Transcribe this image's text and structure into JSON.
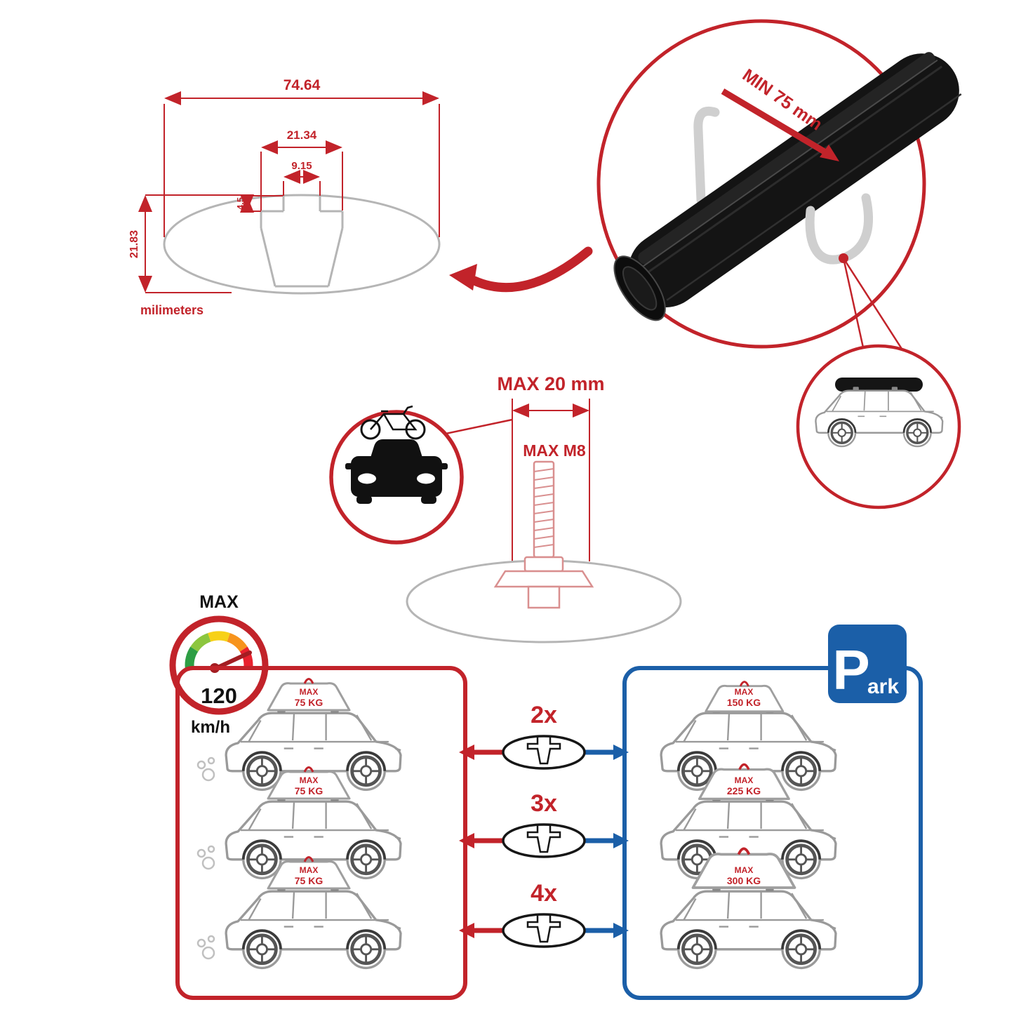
{
  "colors": {
    "accent_red": "#c2232a",
    "accent_blue": "#1b5fa8",
    "outline_gray": "#b5b5b5",
    "bar_black": "#141414"
  },
  "profile_dimensions": {
    "total_width": "74.64",
    "slot_outer_width": "21.34",
    "slot_inner_width": "9.15",
    "slot_lip_depth": "4.5",
    "total_height": "21.83",
    "unit_label": "milimeters"
  },
  "crossbar_detail": {
    "min_clamp_label": "MIN 75 mm"
  },
  "bolt_spec": {
    "max_length_label": "MAX 20 mm",
    "max_thread_label": "MAX M8"
  },
  "speed_limit": {
    "label": "MAX",
    "value": "120",
    "unit": "km/h"
  },
  "park_sign": {
    "letter": "P",
    "suffix": "ark"
  },
  "capacity_rows": [
    {
      "multiplier": "2x",
      "driving": {
        "max_label": "MAX",
        "load": "75 KG"
      },
      "parked": {
        "max_label": "MAX",
        "load": "150 KG"
      }
    },
    {
      "multiplier": "3x",
      "driving": {
        "max_label": "MAX",
        "load": "75 KG"
      },
      "parked": {
        "max_label": "MAX",
        "load": "225 KG"
      }
    },
    {
      "multiplier": "4x",
      "driving": {
        "max_label": "MAX",
        "load": "75 KG"
      },
      "parked": {
        "max_label": "MAX",
        "load": "300 KG"
      }
    }
  ]
}
